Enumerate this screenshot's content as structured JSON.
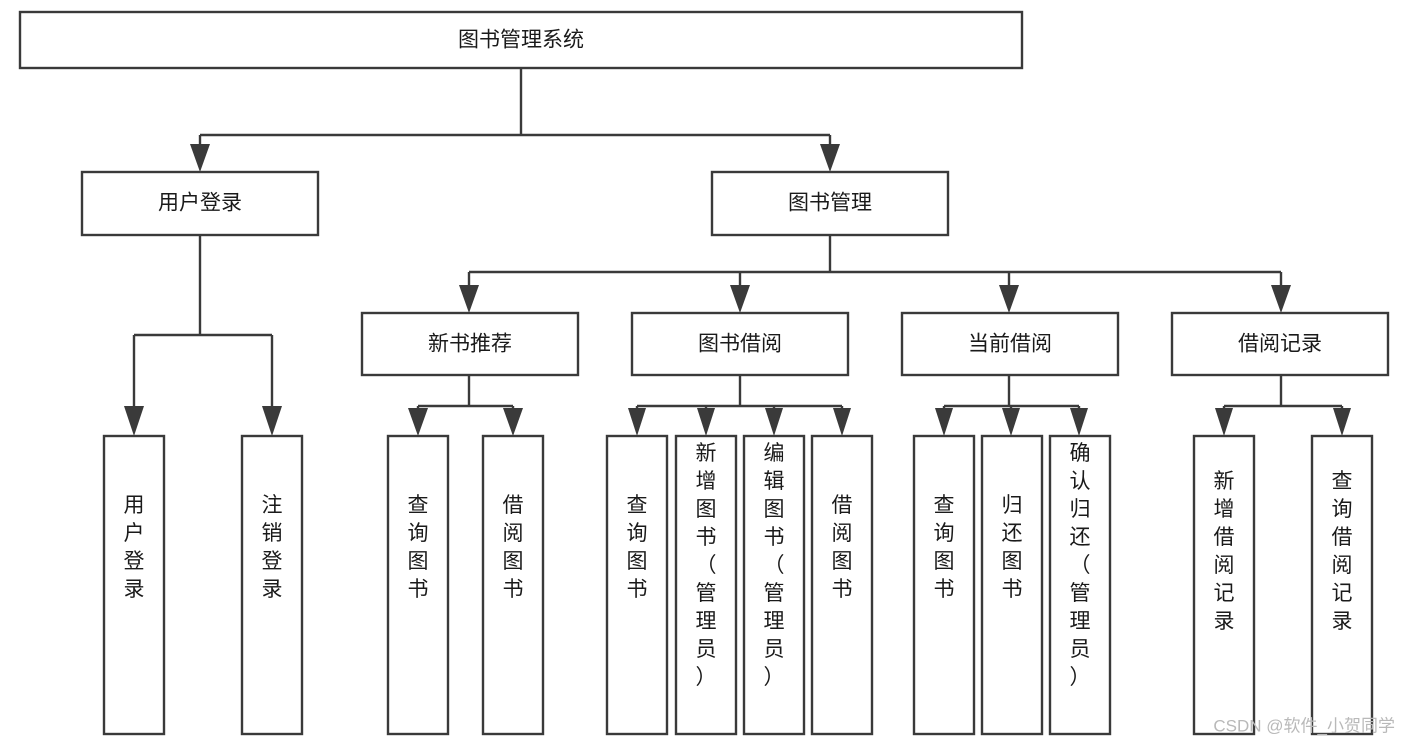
{
  "diagram": {
    "type": "tree-hierarchy",
    "title": "图书管理系统",
    "watermark": "CSDN @软件_小贺同学",
    "nodes": {
      "root": {
        "label": "图书管理系统"
      },
      "level1": [
        {
          "id": "user-login",
          "label": "用户登录"
        },
        {
          "id": "book-management",
          "label": "图书管理"
        }
      ],
      "level2": [
        {
          "id": "new-book-recommend",
          "label": "新书推荐",
          "parent": "book-management"
        },
        {
          "id": "book-borrow",
          "label": "图书借阅",
          "parent": "book-management"
        },
        {
          "id": "current-borrow",
          "label": "当前借阅",
          "parent": "book-management"
        },
        {
          "id": "borrow-record",
          "label": "借阅记录",
          "parent": "book-management"
        }
      ],
      "leaves": [
        {
          "id": "leaf-user-login",
          "label": "用户登录",
          "parent": "user-login"
        },
        {
          "id": "leaf-logout-login",
          "label": "注销登录",
          "parent": "user-login"
        },
        {
          "id": "leaf-query-book-1",
          "label": "查询图书",
          "parent": "new-book-recommend"
        },
        {
          "id": "leaf-borrow-book-1",
          "label": "借阅图书",
          "parent": "new-book-recommend"
        },
        {
          "id": "leaf-query-book-2",
          "label": "查询图书",
          "parent": "book-borrow"
        },
        {
          "id": "leaf-add-book",
          "label": "新增图书（管理员）",
          "parent": "book-borrow"
        },
        {
          "id": "leaf-edit-book",
          "label": "编辑图书（管理员）",
          "parent": "book-borrow"
        },
        {
          "id": "leaf-borrow-book-2",
          "label": "借阅图书",
          "parent": "book-borrow"
        },
        {
          "id": "leaf-query-book-3",
          "label": "查询图书",
          "parent": "current-borrow"
        },
        {
          "id": "leaf-return-book",
          "label": "归还图书",
          "parent": "current-borrow"
        },
        {
          "id": "leaf-confirm-return",
          "label": "确认归还（管理员）",
          "parent": "current-borrow"
        },
        {
          "id": "leaf-add-record",
          "label": "新增借阅记录",
          "parent": "borrow-record"
        },
        {
          "id": "leaf-query-record",
          "label": "查询借阅记录",
          "parent": "borrow-record"
        }
      ]
    },
    "colors": {
      "stroke": "#3a3a3a",
      "fill": "#ffffff",
      "text": "#1a1a1a",
      "watermark": "#b9b9b9"
    }
  }
}
